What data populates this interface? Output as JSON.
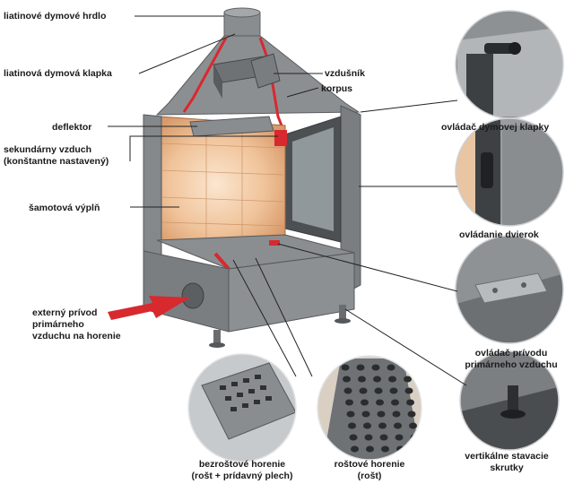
{
  "labels": {
    "flue": "liatinové dymové hrdlo",
    "damper": "liatinová dymová klapka",
    "air_guide": "vzdušník",
    "body": "korpus",
    "deflector": "deflektor",
    "secondary_air_1": "sekundárny vzduch",
    "secondary_air_2": "(konštantne nastavený)",
    "fireclay": "šamotová výplň",
    "ext_air_1": "externý prívod",
    "ext_air_2": "primárneho",
    "ext_air_3": "vzduchu na horenie",
    "damper_control": "ovládač dymovej klapky",
    "door_control": "ovládanie dvierok",
    "primary_control_1": "ovládač prívodu",
    "primary_control_2": "primárneho vzduchu",
    "leveling_1": "vertikálne stavacie",
    "leveling_2": "skrutky",
    "gridless_1": "bezroštové horenie",
    "gridless_2": "(rošt + prídavný plech)",
    "grate_1": "roštové horenie",
    "grate_2": "(rošt)"
  },
  "colors": {
    "steel": "#8a8d90",
    "steel_dark": "#5f6265",
    "accent_red": "#d8292f",
    "fireclay": "#e8b98f",
    "arrow": "#d8292f"
  }
}
